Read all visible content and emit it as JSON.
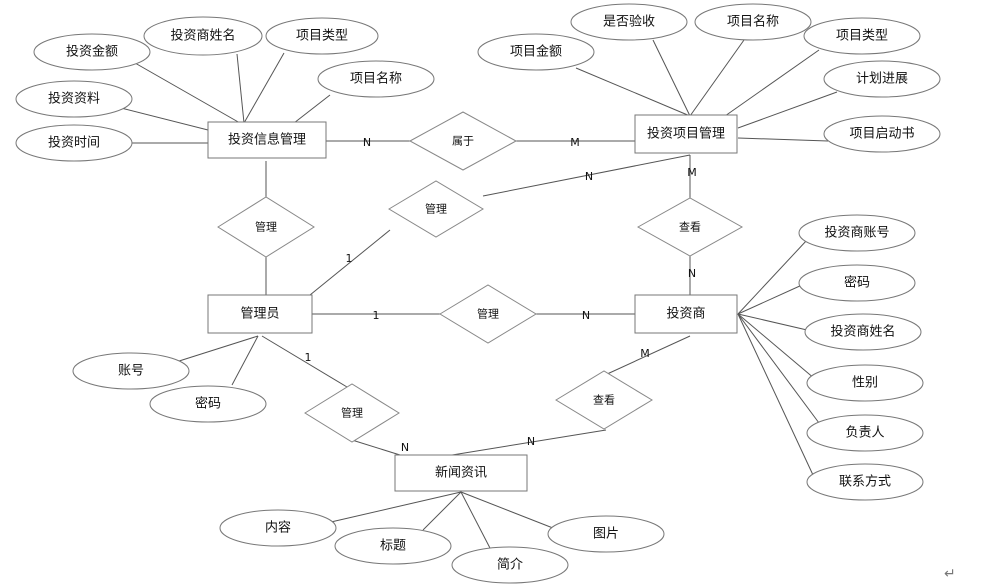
{
  "entities": [
    {
      "id": "invest_info",
      "label": "投资信息管理"
    },
    {
      "id": "invest_project",
      "label": "投资项目管理"
    },
    {
      "id": "admin",
      "label": "管理员"
    },
    {
      "id": "investor",
      "label": "投资商"
    },
    {
      "id": "news",
      "label": "新闻资讯"
    }
  ],
  "relationships": [
    {
      "id": "r_belong",
      "label": "属于"
    },
    {
      "id": "r_manage_info",
      "label": "管理"
    },
    {
      "id": "r_manage_project",
      "label": "管理"
    },
    {
      "id": "r_view_project",
      "label": "查看"
    },
    {
      "id": "r_manage_investor",
      "label": "管理"
    },
    {
      "id": "r_manage_news",
      "label": "管理"
    },
    {
      "id": "r_view_news",
      "label": "查看"
    }
  ],
  "attributes": [
    {
      "id": "a_info_amount",
      "label": "投资金额"
    },
    {
      "id": "a_info_name",
      "label": "投资商姓名"
    },
    {
      "id": "a_info_type",
      "label": "项目类型"
    },
    {
      "id": "a_info_material",
      "label": "投资资料"
    },
    {
      "id": "a_info_projname",
      "label": "项目名称"
    },
    {
      "id": "a_info_time",
      "label": "投资时间"
    },
    {
      "id": "a_proj_accepted",
      "label": "是否验收"
    },
    {
      "id": "a_proj_name",
      "label": "项目名称"
    },
    {
      "id": "a_proj_amount",
      "label": "项目金额"
    },
    {
      "id": "a_proj_type",
      "label": "项目类型"
    },
    {
      "id": "a_proj_progress",
      "label": "计划进展"
    },
    {
      "id": "a_proj_start",
      "label": "项目启动书"
    },
    {
      "id": "a_inv_account",
      "label": "投资商账号"
    },
    {
      "id": "a_inv_password",
      "label": "密码"
    },
    {
      "id": "a_inv_name",
      "label": "投资商姓名"
    },
    {
      "id": "a_inv_gender",
      "label": "性别"
    },
    {
      "id": "a_inv_person",
      "label": "负责人"
    },
    {
      "id": "a_inv_contact",
      "label": "联系方式"
    },
    {
      "id": "a_admin_account",
      "label": "账号"
    },
    {
      "id": "a_admin_password",
      "label": "密码"
    },
    {
      "id": "a_news_content",
      "label": "内容"
    },
    {
      "id": "a_news_title",
      "label": "标题"
    },
    {
      "id": "a_news_intro",
      "label": "简介"
    },
    {
      "id": "a_news_image",
      "label": "图片"
    }
  ],
  "cardinalities": [
    {
      "id": "c1",
      "label": "N"
    },
    {
      "id": "c2",
      "label": "M"
    },
    {
      "id": "c3",
      "label": "N"
    },
    {
      "id": "c4",
      "label": "1"
    },
    {
      "id": "c5",
      "label": "M"
    },
    {
      "id": "c6",
      "label": "N"
    },
    {
      "id": "c7",
      "label": "1"
    },
    {
      "id": "c8",
      "label": "N"
    },
    {
      "id": "c9",
      "label": "1"
    },
    {
      "id": "c10",
      "label": "N"
    },
    {
      "id": "c11",
      "label": "N"
    },
    {
      "id": "c12",
      "label": "M"
    }
  ],
  "corner_symbol": "↵"
}
